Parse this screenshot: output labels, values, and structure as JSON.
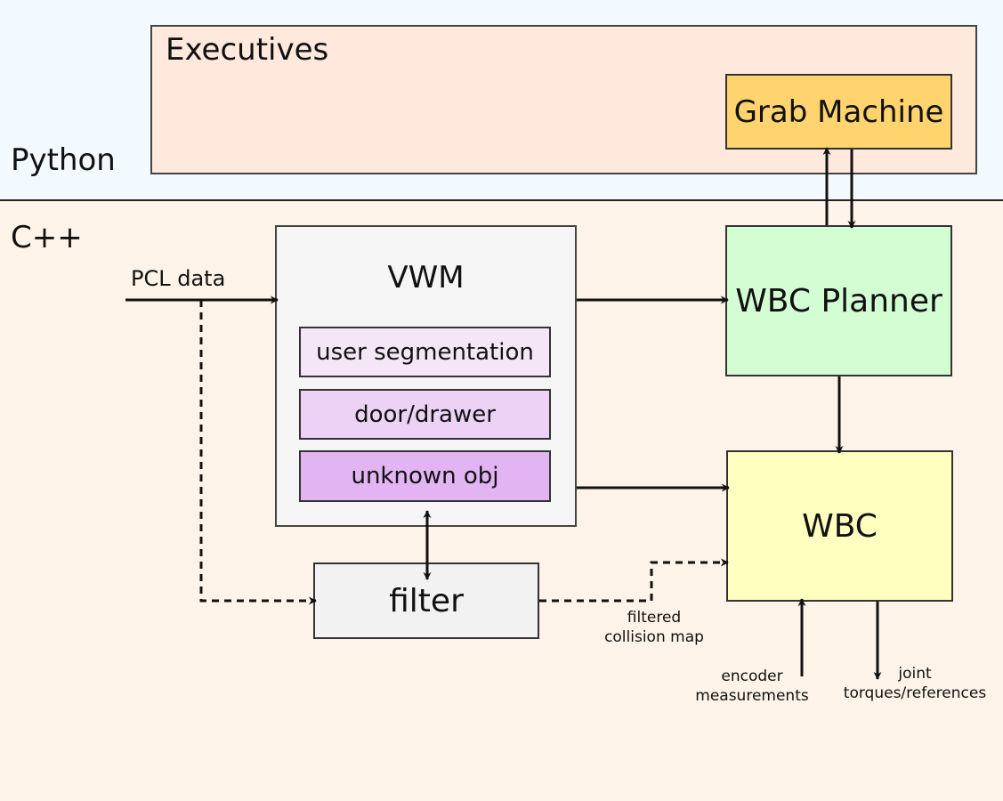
{
  "regions": {
    "python_label": "Python",
    "cpp_label": "C++"
  },
  "executives": {
    "title": "Executives",
    "grab_machine": "Grab Machine"
  },
  "vwm": {
    "title": "VWM",
    "modules": [
      "user segmentation",
      "door/drawer",
      "unknown obj"
    ]
  },
  "filter": {
    "label": "filter"
  },
  "wbc_planner": {
    "label": "WBC Planner"
  },
  "wbc": {
    "label": "WBC"
  },
  "signals": {
    "pcl_data": "PCL data",
    "filtered_line1": "filtered",
    "filtered_line2": "collision map",
    "encoder_line1": "encoder",
    "encoder_line2": "measurements",
    "joint_line1": "joint",
    "joint_line2": "torques/references"
  },
  "colors": {
    "python_bg": "#f2faff",
    "cpp_bg": "#fdf3e8",
    "executives_fill": "#ffe8dc",
    "grab_machine_fill": "#ffd36e",
    "vwm_fill": "#f5f5f5",
    "user_segmentation_fill": "#f5e6f7",
    "door_drawer_fill": "#edd2f5",
    "unknown_obj_fill": "#e2b5f2",
    "filter_fill": "#f2f2f2",
    "wbc_planner_fill": "#d3fdd3",
    "wbc_fill": "#ffffc0"
  }
}
